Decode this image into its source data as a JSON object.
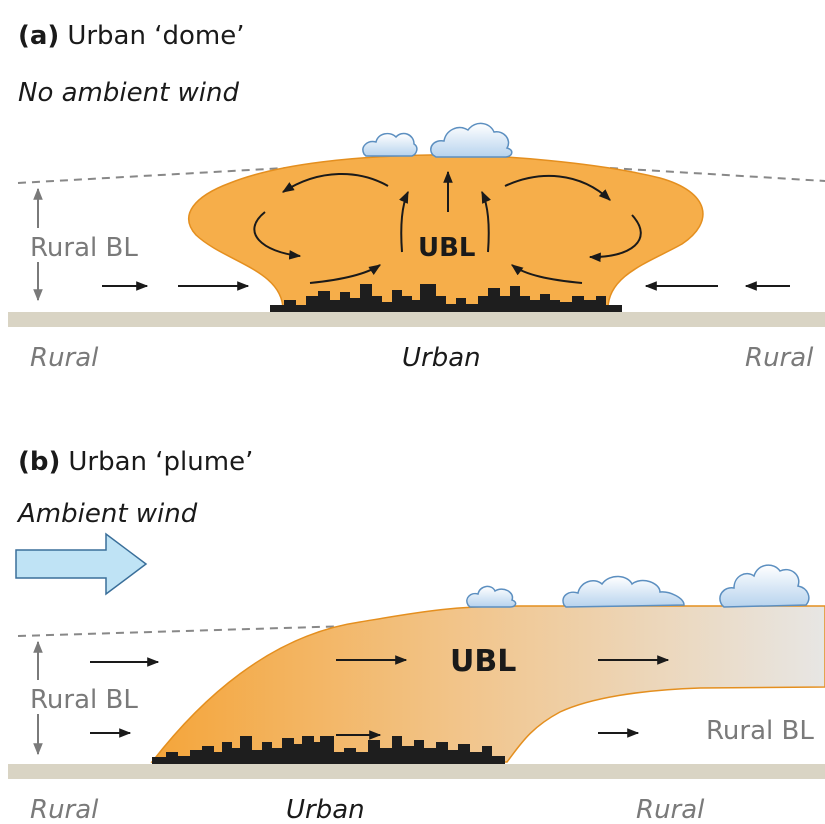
{
  "panel_a": {
    "letter": "(a)",
    "title": "Urban ‘dome’",
    "subtitle": "No ambient wind",
    "ubl_label": "UBL",
    "rural_bl_label": "Rural BL",
    "ground_left": "Rural",
    "ground_center": "Urban",
    "ground_right": "Rural"
  },
  "panel_b": {
    "letter": "(b)",
    "title": "Urban ‘plume’",
    "subtitle": "Ambient wind",
    "ubl_label": "UBL",
    "rural_bl_left_label": "Rural BL",
    "rural_bl_right_label": "Rural BL",
    "ground_left": "Rural",
    "ground_center": "Urban",
    "ground_right": "Rural"
  },
  "colors": {
    "ubl_fill": "#f6ae4a",
    "ubl_stroke": "#e48f1f",
    "ground": "#d9d4c4",
    "cloud_fill": "#c8dff2",
    "cloud_stroke": "#5c8fc0",
    "wind_arrow": "#bfe3f5",
    "city": "#1e1e1e",
    "dashed": "#888888"
  }
}
